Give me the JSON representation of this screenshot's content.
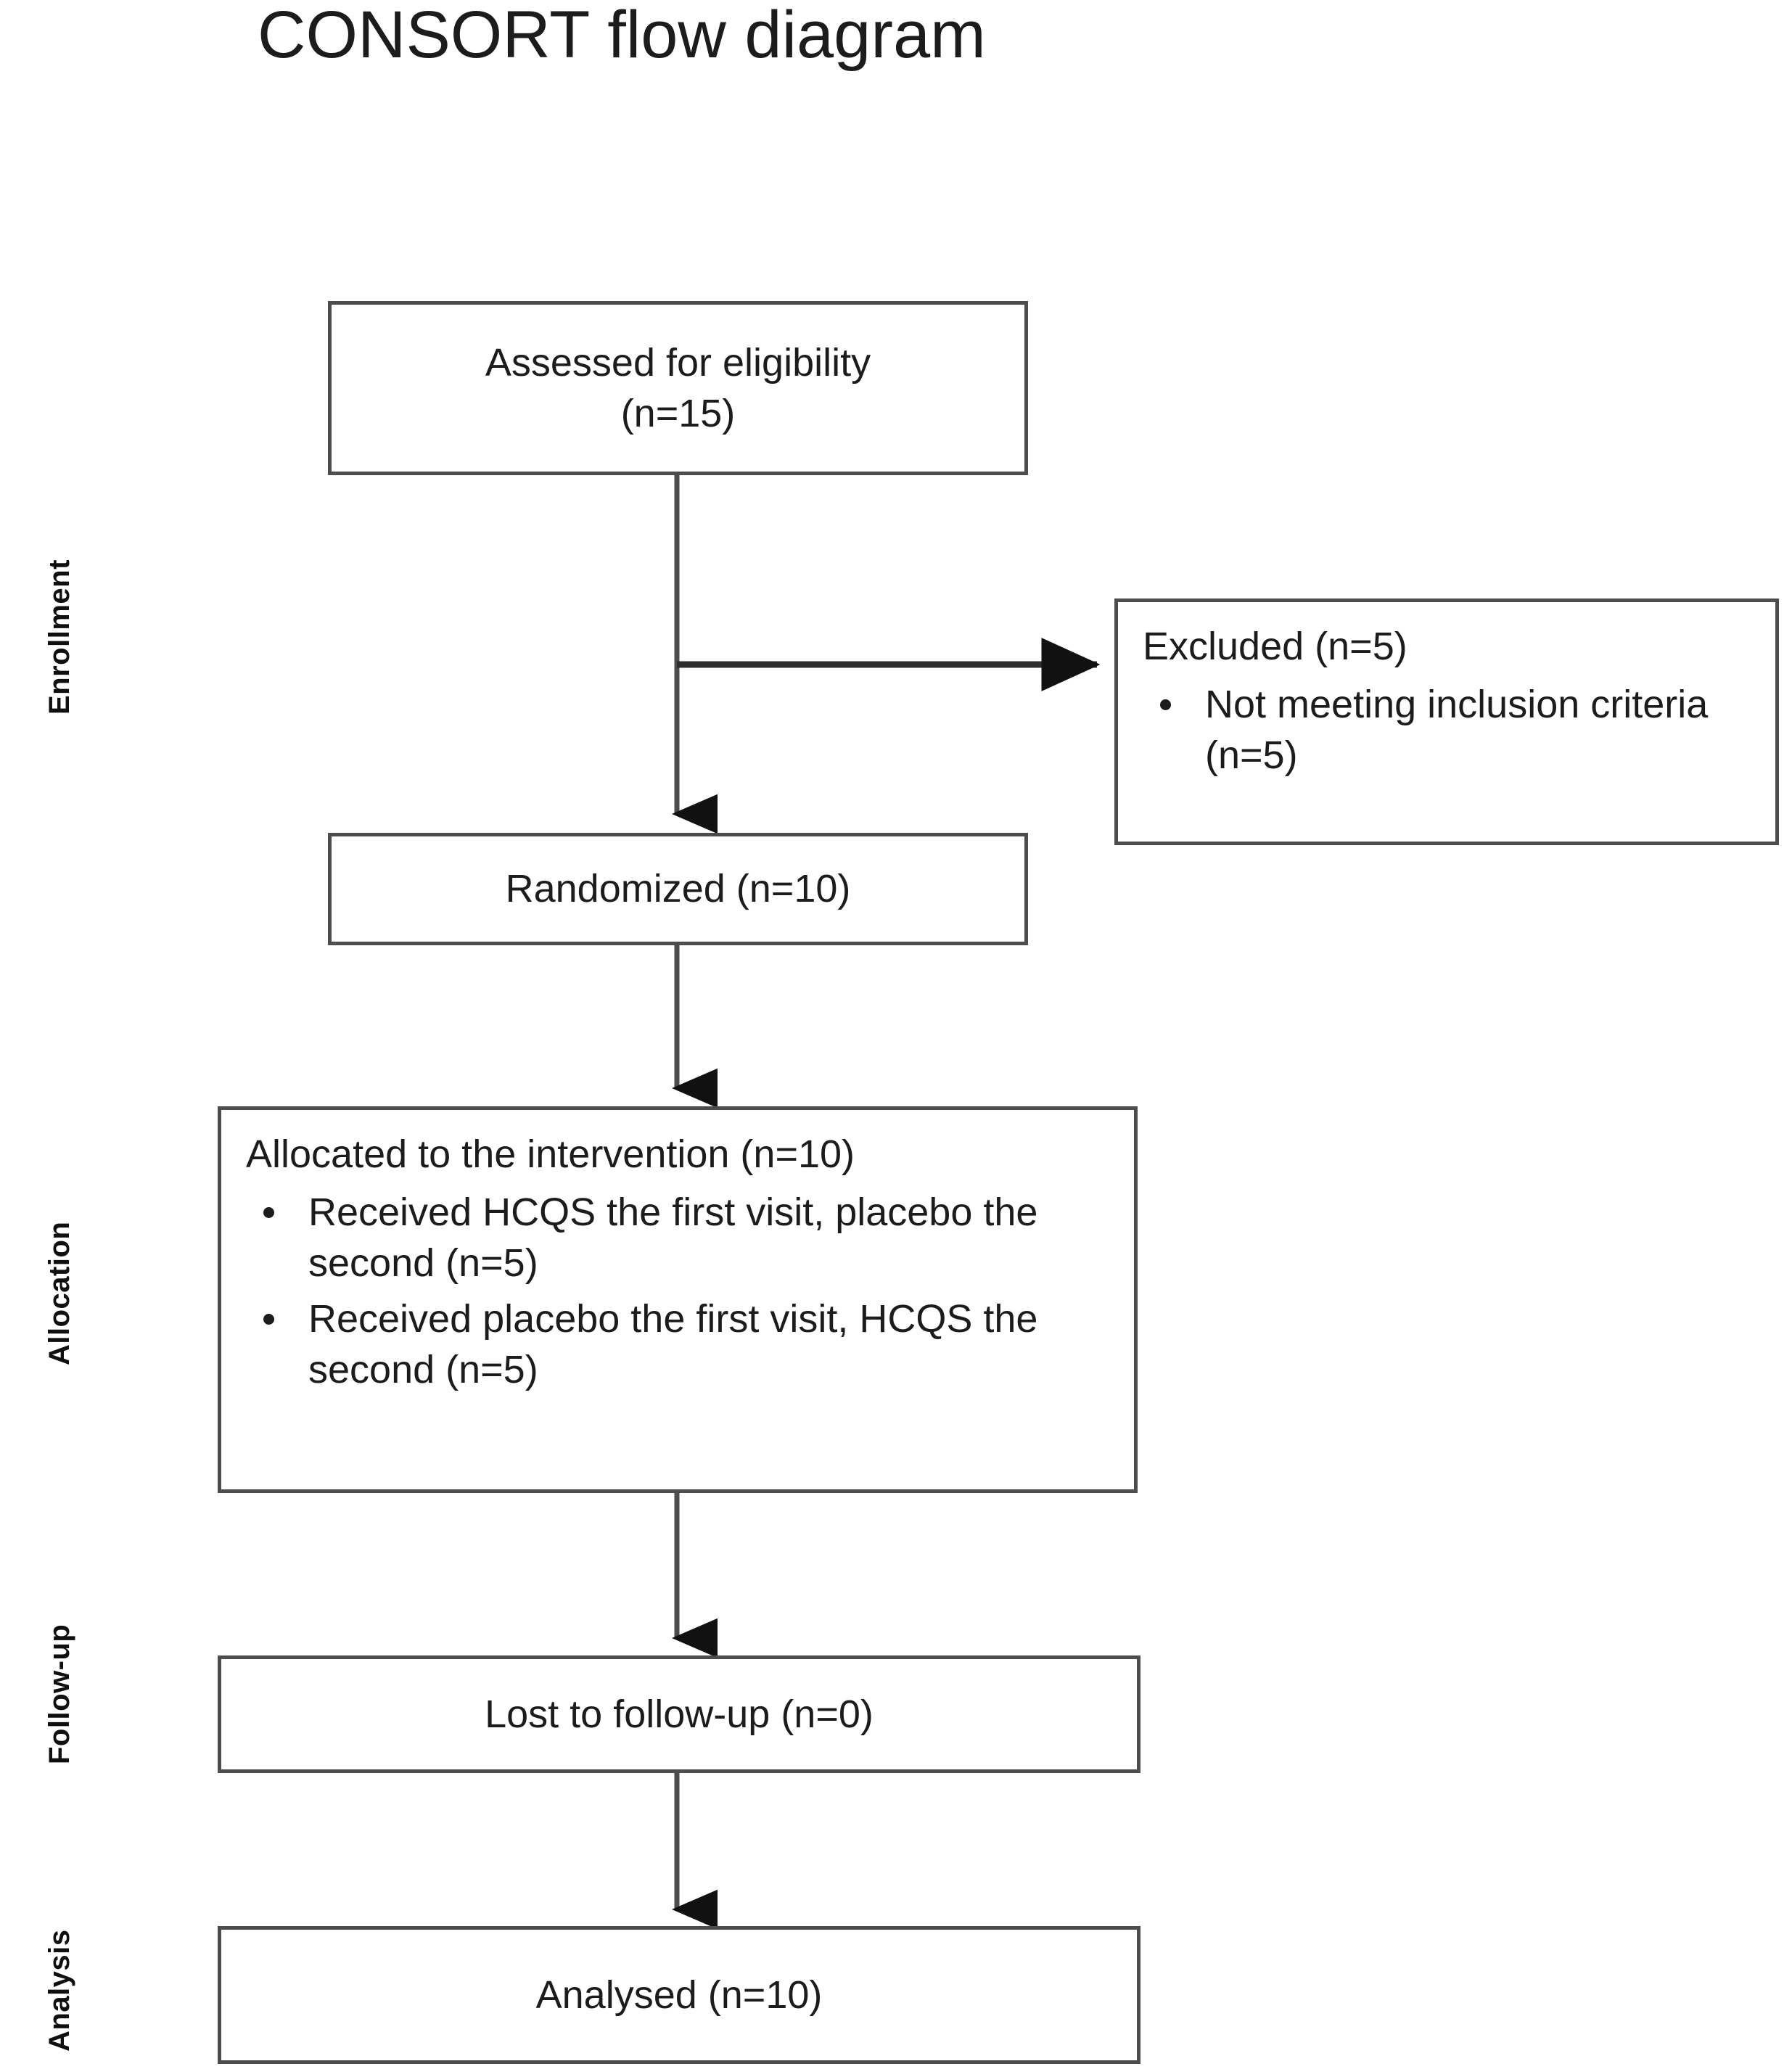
{
  "title": "CONSORT flow diagram",
  "stages": [
    {
      "name": "enrollment",
      "label": "Enrollment"
    },
    {
      "name": "allocation",
      "label": "Allocation"
    },
    {
      "name": "follow-up",
      "label": "Follow-up"
    },
    {
      "name": "analysis",
      "label": "Analysis"
    }
  ],
  "boxes": {
    "assessed": {
      "line1": "Assessed for eligibility",
      "line2": "(n=15)"
    },
    "excluded": {
      "heading": "Excluded (n=5)",
      "bullets": [
        "Not meeting inclusion criteria (n=5)"
      ]
    },
    "randomized": {
      "line1": "Randomized (n=10)"
    },
    "allocated": {
      "heading": "Allocated to the intervention (n=10)",
      "bullets": [
        "Received HCQS the first visit, placebo the second (n=5)",
        "Received placebo the first visit, HCQS the second (n=5)"
      ]
    },
    "lost": {
      "line1": "Lost to follow-up (n=0)"
    },
    "analysed": {
      "line1": "Analysed (n=10)"
    }
  },
  "chart_data": {
    "type": "diagram",
    "diagram_kind": "CONSORT flow diagram",
    "title": "CONSORT flow diagram",
    "stages": [
      "Enrollment",
      "Allocation",
      "Follow-up",
      "Analysis"
    ],
    "nodes": [
      {
        "id": "assessed",
        "stage": "Enrollment",
        "text": "Assessed for eligibility (n=15)",
        "n": 15
      },
      {
        "id": "excluded",
        "stage": "Enrollment",
        "text": "Excluded (n=5)",
        "n": 5,
        "details": [
          {
            "text": "Not meeting inclusion criteria (n=5)",
            "n": 5
          }
        ]
      },
      {
        "id": "randomized",
        "stage": "Enrollment",
        "text": "Randomized (n=10)",
        "n": 10
      },
      {
        "id": "allocated",
        "stage": "Allocation",
        "text": "Allocated to the intervention (n=10)",
        "n": 10,
        "details": [
          {
            "text": "Received HCQS the first visit, placebo the second (n=5)",
            "n": 5
          },
          {
            "text": "Received placebo the first visit, HCQS the second (n=5)",
            "n": 5
          }
        ]
      },
      {
        "id": "lost",
        "stage": "Follow-up",
        "text": "Lost to follow-up (n=0)",
        "n": 0
      },
      {
        "id": "analysed",
        "stage": "Analysis",
        "text": "Analysed (n=10)",
        "n": 10
      }
    ],
    "edges": [
      {
        "from": "assessed",
        "to": "excluded",
        "direction": "right"
      },
      {
        "from": "assessed",
        "to": "randomized",
        "direction": "down"
      },
      {
        "from": "randomized",
        "to": "allocated",
        "direction": "down"
      },
      {
        "from": "allocated",
        "to": "lost",
        "direction": "down"
      },
      {
        "from": "lost",
        "to": "analysed",
        "direction": "down"
      }
    ],
    "colors": {
      "box_border": "#4d4d4d",
      "text": "#1c1c1c",
      "connector": "#4d4d4d",
      "background": "#ffffff"
    }
  }
}
